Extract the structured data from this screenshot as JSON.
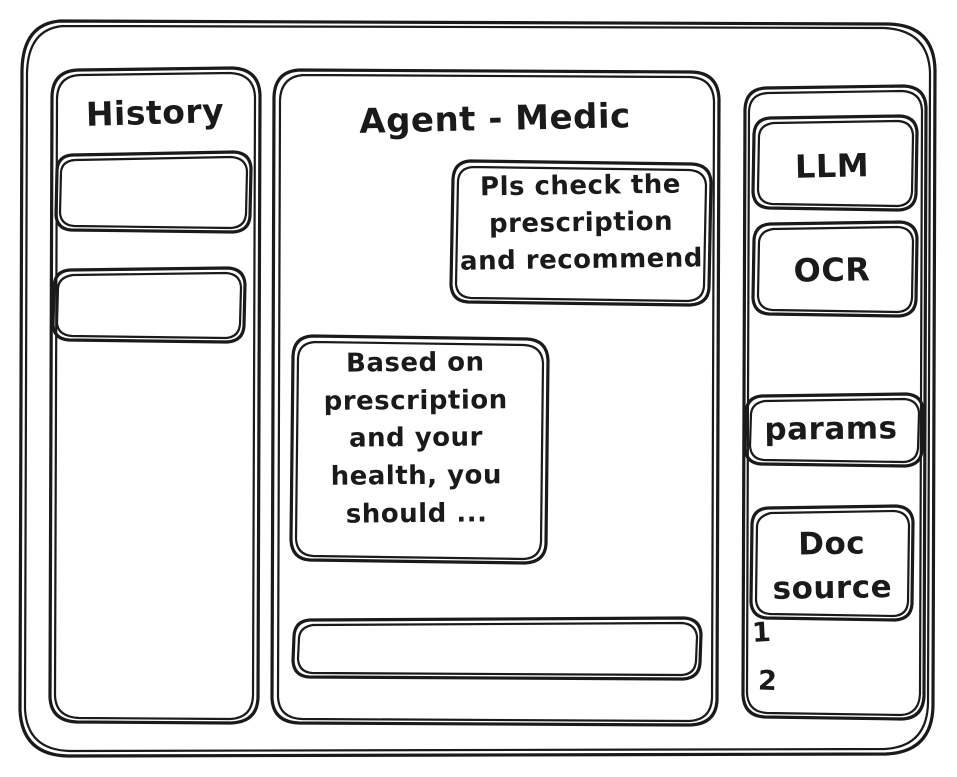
{
  "window": {
    "style": "hand-drawn-wireframe",
    "stroke_color": "#1a1a1a",
    "background_color": "#ffffff"
  },
  "sidebar": {
    "title": "History",
    "items": [
      {
        "label": "",
        "name": "history-entry-1"
      },
      {
        "label": "",
        "name": "history-entry-2"
      }
    ]
  },
  "main": {
    "title": "Agent - Medic",
    "messages": [
      {
        "role": "user",
        "text": "Pls check the\nprescription\nand recommend"
      },
      {
        "role": "agent",
        "text": "Based on\nprescription\nand your\nhealth, you\nshould ..."
      }
    ],
    "composer": {
      "value": "",
      "placeholder": ""
    }
  },
  "tools": {
    "groups": [
      {
        "name": "models",
        "buttons": [
          {
            "label": "LLM"
          },
          {
            "label": "OCR"
          }
        ]
      },
      {
        "name": "config",
        "buttons": [
          {
            "label": "params"
          },
          {
            "label": "Doc\nsource"
          }
        ],
        "doc_list": [
          "1",
          "2"
        ]
      }
    ]
  }
}
